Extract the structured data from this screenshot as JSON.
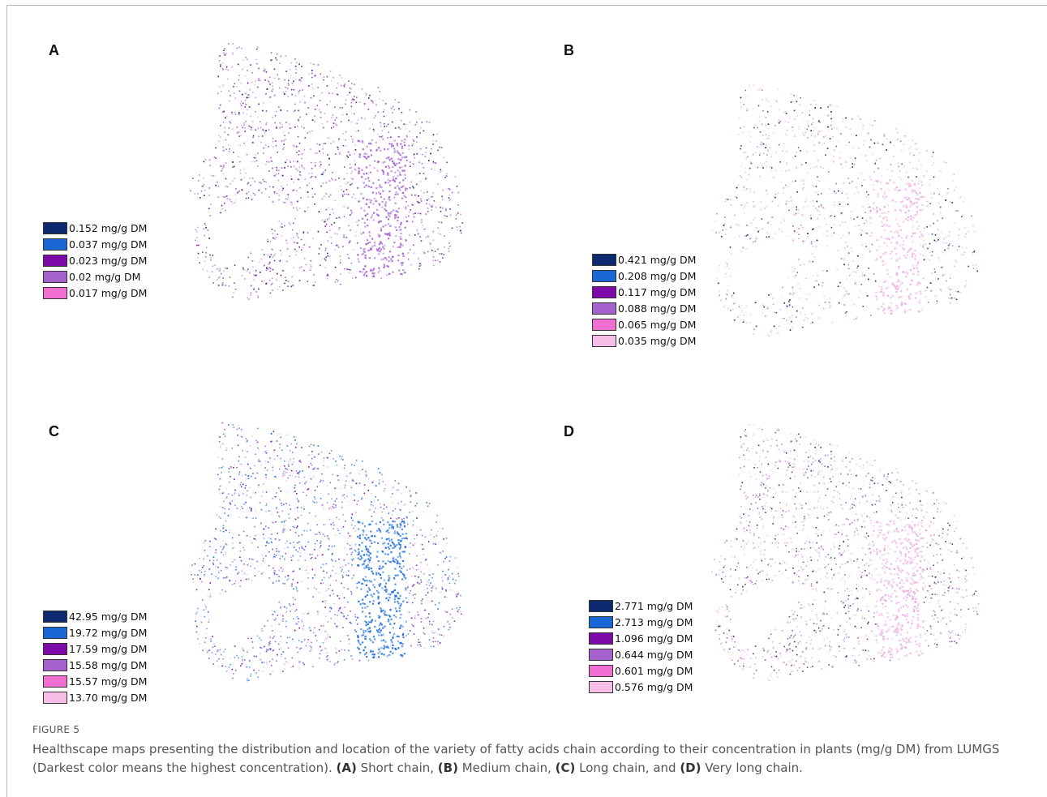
{
  "panels": [
    {
      "label": "A",
      "legend": [
        {
          "label": "0.152 mg/g DM",
          "color": "#0d2a6e"
        },
        {
          "label": "0.037 mg/g DM",
          "color": "#1a68d6"
        },
        {
          "label": "0.023 mg/g DM",
          "color": "#7d0aa8"
        },
        {
          "label": "0.02 mg/g DM",
          "color": "#a562cc"
        },
        {
          "label": "0.017 mg/g DM",
          "color": "#f26fd2"
        }
      ],
      "map_palette": [
        "#a562cc",
        "#b07ad6",
        "#7d0aa8",
        "#c9a0e0",
        "#1a2a5a"
      ]
    },
    {
      "label": "B",
      "legend": [
        {
          "label": "0.421 mg/g DM",
          "color": "#0d2a6e"
        },
        {
          "label": "0.208 mg/g DM",
          "color": "#1a68d6"
        },
        {
          "label": "0.117 mg/g DM",
          "color": "#7d0aa8"
        },
        {
          "label": "0.088 mg/g DM",
          "color": "#a562cc"
        },
        {
          "label": "0.065 mg/g DM",
          "color": "#f26fd2"
        },
        {
          "label": "0.035 mg/g DM",
          "color": "#f8bde6"
        }
      ],
      "map_palette": [
        "#f3c4ea",
        "#f0aee0",
        "#1d2c4e",
        "#b27ad0",
        "#e9b9e9"
      ]
    },
    {
      "label": "C",
      "legend": [
        {
          "label": "42.95 mg/g DM",
          "color": "#0d2a6e"
        },
        {
          "label": "19.72 mg/g DM",
          "color": "#1a68d6"
        },
        {
          "label": "17.59 mg/g DM",
          "color": "#7d0aa8"
        },
        {
          "label": "15.58 mg/g DM",
          "color": "#a562cc"
        },
        {
          "label": "15.57 mg/g DM",
          "color": "#f26fd2"
        },
        {
          "label": "13.70 mg/g DM",
          "color": "#f8bde6"
        }
      ],
      "map_palette": [
        "#1a68d6",
        "#2e7ee0",
        "#7d0aa8",
        "#9f5cc8",
        "#e7b6e2"
      ]
    },
    {
      "label": "D",
      "legend": [
        {
          "label": "2.771 mg/g DM",
          "color": "#0d2a6e"
        },
        {
          "label": "2.713 mg/g DM",
          "color": "#1a68d6"
        },
        {
          "label": "1.096 mg/g DM",
          "color": "#7d0aa8"
        },
        {
          "label": "0.644 mg/g DM",
          "color": "#a562cc"
        },
        {
          "label": "0.601 mg/g DM",
          "color": "#f26fd2"
        },
        {
          "label": "0.576 mg/g DM",
          "color": "#f8bde6"
        }
      ],
      "map_palette": [
        "#f3c4ea",
        "#e9a7dc",
        "#1d2c4e",
        "#a562cc",
        "#c990d6"
      ]
    }
  ],
  "caption": {
    "figure_label": "FIGURE 5",
    "text_intro": "Healthscape maps presenting the distribution and location of the variety of fatty acids chain according to their concentration in plants (mg/g DM) from LUMGS (Darkest color means the highest concentration). ",
    "a_tag": "(A)",
    "a_text": " Short chain, ",
    "b_tag": "(B)",
    "b_text": " Medium chain, ",
    "c_tag": "(C)",
    "c_text": " Long chain, and ",
    "d_tag": "(D)",
    "d_text": " Very long chain."
  }
}
